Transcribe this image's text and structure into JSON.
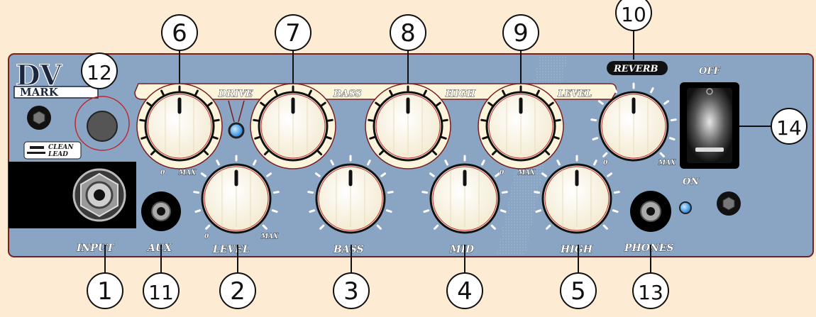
{
  "brand": {
    "logo_top": "DV",
    "logo_bottom": "MARK"
  },
  "switch_label": {
    "line1": "CLEAN",
    "line2": "LEAD"
  },
  "sections": {
    "reverb": "REVERB",
    "off": "OFF",
    "on": "ON"
  },
  "knob_labels": {
    "drive": "DRIVE",
    "lead_bass": "BASS",
    "lead_high": "HIGH",
    "lead_level": "LEVEL",
    "clean_level": "LEVEL",
    "clean_bass": "BASS",
    "clean_mid": "MID",
    "clean_high": "HIGH"
  },
  "jack_labels": {
    "input": "INPUT",
    "aux": "AUX",
    "phones": "PHONES"
  },
  "scale": {
    "min": "0",
    "max": "MAX",
    "min_clean": "0"
  },
  "callouts": [
    "1",
    "2",
    "3",
    "4",
    "5",
    "6",
    "7",
    "8",
    "9",
    "10",
    "11",
    "12",
    "13",
    "14"
  ],
  "colors": {
    "panel": "#8aa5c4",
    "background": "#fdebd3",
    "knob": "#fffbea",
    "led": "#2a8fe8"
  }
}
